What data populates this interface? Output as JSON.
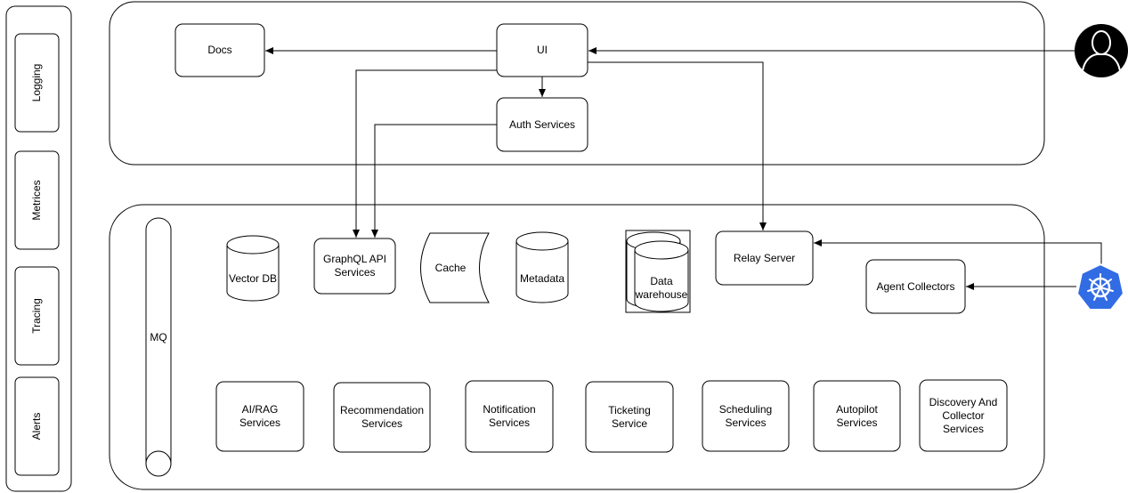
{
  "side_panel": {
    "items": [
      {
        "label": "Logging"
      },
      {
        "label": "Metrices"
      },
      {
        "label": "Tracing"
      },
      {
        "label": "Alerts"
      }
    ]
  },
  "frontend": {
    "docs": "Docs",
    "ui": "UI",
    "auth": "Auth Services"
  },
  "backend": {
    "mq": "MQ",
    "vector_db": "Vector DB",
    "graphql": "GraphQL API Services",
    "cache": "Cache",
    "metadata": "Metadata",
    "data_warehouse": "Data warehouse",
    "relay_server": "Relay Server",
    "agent_collectors": "Agent Collectors",
    "services": [
      {
        "label": "AI/RAG Services"
      },
      {
        "label": "Recommendation Services"
      },
      {
        "label": "Notification Services"
      },
      {
        "label": "Ticketing Service"
      },
      {
        "label": "Scheduling Services"
      },
      {
        "label": "Autopilot Services"
      },
      {
        "label": "Discovery And Collector Services"
      }
    ]
  },
  "actors": {
    "user_icon": "user-icon",
    "kubernetes_icon": "kubernetes-icon"
  },
  "colors": {
    "stroke": "#000000",
    "kubernetes_blue": "#326CE5",
    "background": "#ffffff"
  }
}
